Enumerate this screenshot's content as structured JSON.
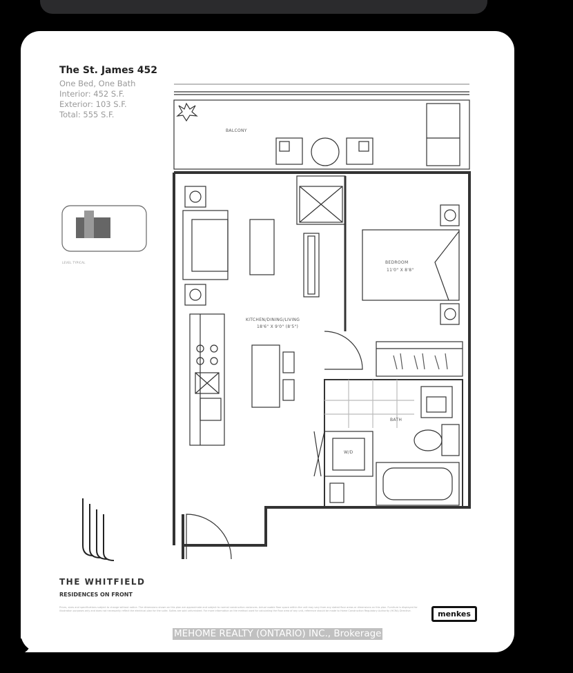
{
  "plan": {
    "title": "The St. James 452",
    "type": "One Bed, One Bath",
    "interior": "Interior: 452 S.F.",
    "exterior": "Exterior: 103 S.F.",
    "total": "Total: 555 S.F.",
    "rooms": {
      "balcony": "BALCONY",
      "living": "KITCHEN/DINING/LIVING",
      "living_dim": "18'6\" X 9'0\" (8'5\")",
      "bedroom": "BEDROOM",
      "bedroom_dim": "11'0\" X 8'8\"",
      "bath": "BATH",
      "laundry": "W/D"
    },
    "keyplate_label": "LEVEL TYPICAL",
    "brand": "THE WHITFIELD",
    "brand_sub": "RESIDENCES ON FRONT",
    "disclaimer": "Prices, sizes and specifications subject to change without notice. The dimensions shown on this plan are approximate and subject to normal construction variances. Actual usable floor space within the unit may vary from any stated floor areas or dimensions on this plan. Furniture is displayed for illustration purposes only and does not necessarily reflect the electrical plan for the suite. Suites are sold unfurnished. For more information on the method used for calculating the floor area of any unit, reference should be made to Home Construction Regulatory Authority (HCRA) Directive.",
    "developer_logo": "menkes"
  },
  "watermark": "MEHOME REALTY (ONTARIO) INC., Brokerage"
}
